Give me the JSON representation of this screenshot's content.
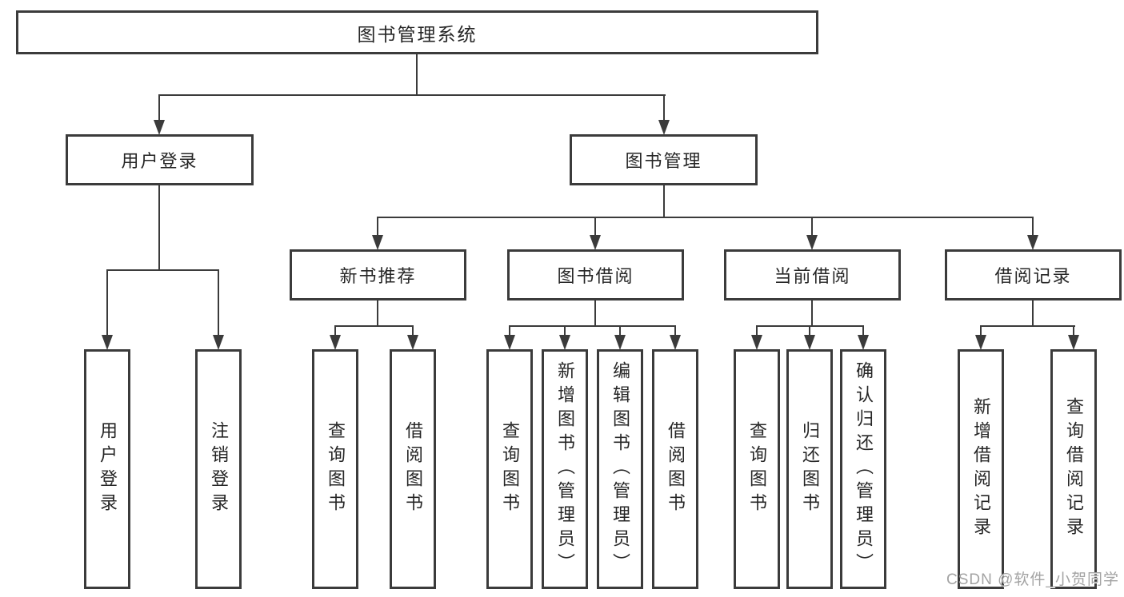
{
  "root": {
    "label": "图书管理系统"
  },
  "branches": [
    {
      "label": "用户登录",
      "children": [
        {
          "label": "用户登录"
        },
        {
          "label": "注销登录"
        }
      ]
    },
    {
      "label": "图书管理",
      "children": [
        {
          "label": "新书推荐",
          "children": [
            {
              "label": "查询图书"
            },
            {
              "label": "借阅图书"
            }
          ]
        },
        {
          "label": "图书借阅",
          "children": [
            {
              "label": "查询图书"
            },
            {
              "label": "新增图书（管理员）"
            },
            {
              "label": "编辑图书（管理员）"
            },
            {
              "label": "借阅图书"
            }
          ]
        },
        {
          "label": "当前借阅",
          "children": [
            {
              "label": "查询图书"
            },
            {
              "label": "归还图书"
            },
            {
              "label": "确认归还（管理员）"
            }
          ]
        },
        {
          "label": "借阅记录",
          "children": [
            {
              "label": "新增借阅记录"
            },
            {
              "label": "查询借阅记录"
            }
          ]
        }
      ]
    }
  ],
  "watermark": {
    "text": "CSDN @软件_小贺同学"
  },
  "colors": {
    "line": "#3b3b3b",
    "text": "#262626",
    "watermark": "#a3a3a3",
    "background": "#ffffff"
  }
}
